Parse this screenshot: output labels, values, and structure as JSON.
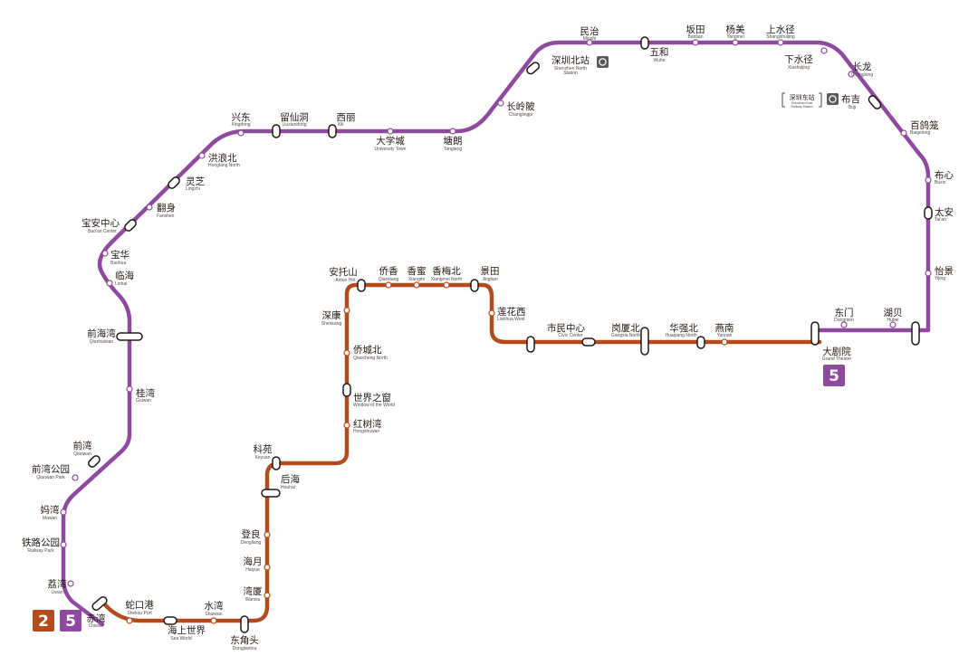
{
  "lines": [
    {
      "id": "line5",
      "number": "5",
      "color": "#8e4a9e"
    },
    {
      "id": "line2",
      "number": "2",
      "color": "#b44b1d"
    }
  ],
  "stations": {
    "minzhi": {
      "zh": "民治",
      "en": "Minzhi"
    },
    "wuhe": {
      "zh": "五和",
      "en": "Wuhe"
    },
    "bantian": {
      "zh": "坂田",
      "en": "Bantian"
    },
    "yangmei": {
      "zh": "杨美",
      "en": "Yangmei"
    },
    "shangshuijing": {
      "zh": "上水径",
      "en": "Shangshuijing"
    },
    "xiashuijing": {
      "zh": "下水径",
      "en": "Xiashuijing"
    },
    "changlong": {
      "zh": "长龙",
      "en": "Changlong"
    },
    "buji": {
      "zh": "布吉",
      "en": "Buji"
    },
    "baigelong": {
      "zh": "百鸽笼",
      "en": "Baigelong"
    },
    "buxin": {
      "zh": "布心",
      "en": "Buxin"
    },
    "taian": {
      "zh": "太安",
      "en": "Tai'an"
    },
    "yijing": {
      "zh": "怡景",
      "en": "Yijing"
    },
    "hubei": {
      "zh": "湖贝",
      "en": "Hubei"
    },
    "dongmen": {
      "zh": "东门",
      "en": "Dongmen"
    },
    "grand_theater": {
      "zh": "大剧院",
      "en": "Grand Theater"
    },
    "szn": {
      "zh": "深圳北站",
      "en1": "Shenzhen North",
      "en2": "Station"
    },
    "szeast_zh": "深圳东站",
    "szeast_en1": "Shenzhen East",
    "szeast_en2": "Railway Station",
    "changlingpi": {
      "zh": "长岭陂",
      "en": "Changlingpi"
    },
    "tanglang": {
      "zh": "塘朗",
      "en": "Tanglang"
    },
    "university_town": {
      "zh": "大学城",
      "en": "University Town"
    },
    "xili": {
      "zh": "西丽",
      "en": "Xili"
    },
    "liuxiandong": {
      "zh": "留仙洞",
      "en": "Liuxiandong"
    },
    "xingdong": {
      "zh": "兴东",
      "en": "Xingdong"
    },
    "honglang_north": {
      "zh": "洪浪北",
      "en": "Honglang North"
    },
    "lingzhi": {
      "zh": "灵芝",
      "en": "Lingzhi"
    },
    "fanshen": {
      "zh": "翻身",
      "en": "Fanshen"
    },
    "baoan_center": {
      "zh": "宝安中心",
      "en": "Bao'an Center"
    },
    "baohua": {
      "zh": "宝华",
      "en": "Baohua"
    },
    "linhai": {
      "zh": "临海",
      "en": "Linhai"
    },
    "qianhaiwan": {
      "zh": "前海湾",
      "en": "Qianhaiwan"
    },
    "guiwan": {
      "zh": "桂湾",
      "en": "Guiwan"
    },
    "qianwan": {
      "zh": "前湾",
      "en": "Qianwan"
    },
    "qianwan_park": {
      "zh": "前湾公园",
      "en": "Qianwan Park"
    },
    "mawan": {
      "zh": "妈湾",
      "en": "Mawan"
    },
    "railway_park": {
      "zh": "铁路公园",
      "en": "Railway Park"
    },
    "liwan": {
      "zh": "荔湾",
      "en": "Liwan"
    },
    "chiwan": {
      "zh": "赤湾",
      "en": "Chiwan"
    },
    "shekou_port": {
      "zh": "蛇口港",
      "en": "Shekou Port"
    },
    "sea_world": {
      "zh": "海上世界",
      "en": "Sea World"
    },
    "shuiwan": {
      "zh": "水湾",
      "en": "Shuiwan"
    },
    "dongjiaotou": {
      "zh": "东角头",
      "en": "Dongjiaotou"
    },
    "wanxia": {
      "zh": "湾厦",
      "en": "Wanxia"
    },
    "haiyue": {
      "zh": "海月",
      "en": "Haiyue"
    },
    "dengliang": {
      "zh": "登良",
      "en": "Dengliang"
    },
    "houhai": {
      "zh": "后海",
      "en": "Houhai"
    },
    "keyuan": {
      "zh": "科苑",
      "en": "Keyuan"
    },
    "hongshuwan": {
      "zh": "红树湾",
      "en": "Hongshuwan"
    },
    "window_world": {
      "zh": "世界之窗",
      "en": "Window of the World"
    },
    "qiaocheng_north": {
      "zh": "侨城北",
      "en": "Qiaocheng North"
    },
    "shenkang": {
      "zh": "深康",
      "en": "Shenkang"
    },
    "antuo_hill": {
      "zh": "安托山",
      "en": "Antuo Hill"
    },
    "qiaoxiang": {
      "zh": "侨香",
      "en": "Qiaoxiang"
    },
    "xiangmi": {
      "zh": "香蜜",
      "en": "Xiangmi"
    },
    "xiangmei_north": {
      "zh": "香梅北",
      "en": "Xiangmei North"
    },
    "jingtian": {
      "zh": "景田",
      "en": "Jingtian"
    },
    "lianhua_west": {
      "zh": "莲花西",
      "en": "Lianhua West"
    },
    "civic_center": {
      "zh": "市民中心",
      "en": "Civic Center"
    },
    "gangxia_north": {
      "zh": "岗厦北",
      "en": "Gangxia North"
    },
    "huaqiang_north": {
      "zh": "华强北",
      "en": "Huaqiang North"
    },
    "yannan": {
      "zh": "燕南",
      "en": "Yannan"
    }
  }
}
